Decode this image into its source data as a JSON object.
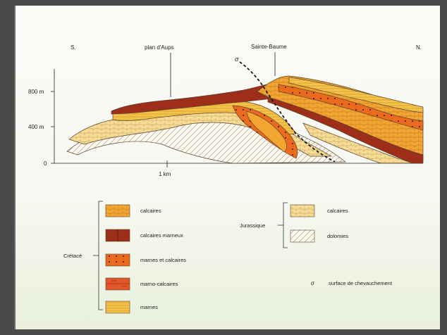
{
  "section": {
    "left_label": "S.",
    "right_label": "N.",
    "plan_label": "plan d'Aups",
    "peak_label": "Sainte-Baume",
    "thrust_symbol": "σ",
    "y_ticks": [
      "800 m",
      "400 m",
      "0"
    ],
    "scale_label": "1 km"
  },
  "legend": {
    "cretace_title": "Crétacé",
    "cretace": [
      {
        "label": "calcaires",
        "color": "#f2a531",
        "pattern": "brick"
      },
      {
        "label": "calcaires marneux",
        "color": "#a8321c",
        "pattern": "brick-dark"
      },
      {
        "label": "marnes et calcaires",
        "color": "#ec6a1e",
        "pattern": "dots"
      },
      {
        "label": "marno-calcaires",
        "color": "#e2572a",
        "pattern": "mixed"
      },
      {
        "label": "marnes",
        "color": "#f5c34a",
        "pattern": "lines"
      }
    ],
    "jurassique_title": "Jurassique",
    "jurassique": [
      {
        "label": "calcaires",
        "color": "#f8d98d",
        "pattern": "brick-light"
      },
      {
        "label": "dolomies",
        "color": "#fbf6ea",
        "pattern": "hatch"
      }
    ],
    "thrust_symbol": "σ",
    "thrust_label": "surface de chevauchement"
  }
}
